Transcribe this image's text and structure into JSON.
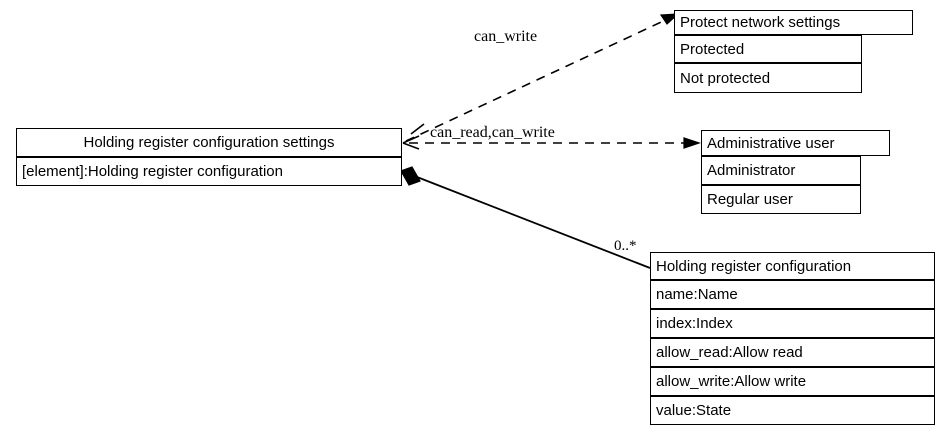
{
  "diagram": {
    "type": "uml-class-diagram",
    "background": "#ffffff",
    "line_color": "#000000",
    "text_color": "#000000"
  },
  "classes": {
    "holding_register_configuration_settings": {
      "title": "Holding register configuration settings",
      "rows": [
        "[element]:Holding register configuration"
      ]
    },
    "protect_network_settings": {
      "title": "Protect network settings",
      "rows": [
        "Protected",
        "Not protected"
      ]
    },
    "administrative_user": {
      "title": "Administrative user",
      "rows": [
        "Administrator",
        "Regular user"
      ]
    },
    "holding_register_configuration": {
      "title": "Holding register configuration",
      "rows": [
        "name:Name",
        "index:Index",
        "allow_read:Allow read",
        "allow_write:Allow write",
        "value:State"
      ]
    }
  },
  "edges": {
    "dependency_protect_network_settings": {
      "label": "can_write",
      "style": "dashed",
      "arrow": "open"
    },
    "dependency_administrative_user": {
      "label": "can_read,can_write",
      "style": "dashed",
      "arrow": "open"
    },
    "composition_holding_register_configuration": {
      "label": "0..*",
      "style": "solid",
      "source_decoration": "filled-diamond"
    }
  }
}
